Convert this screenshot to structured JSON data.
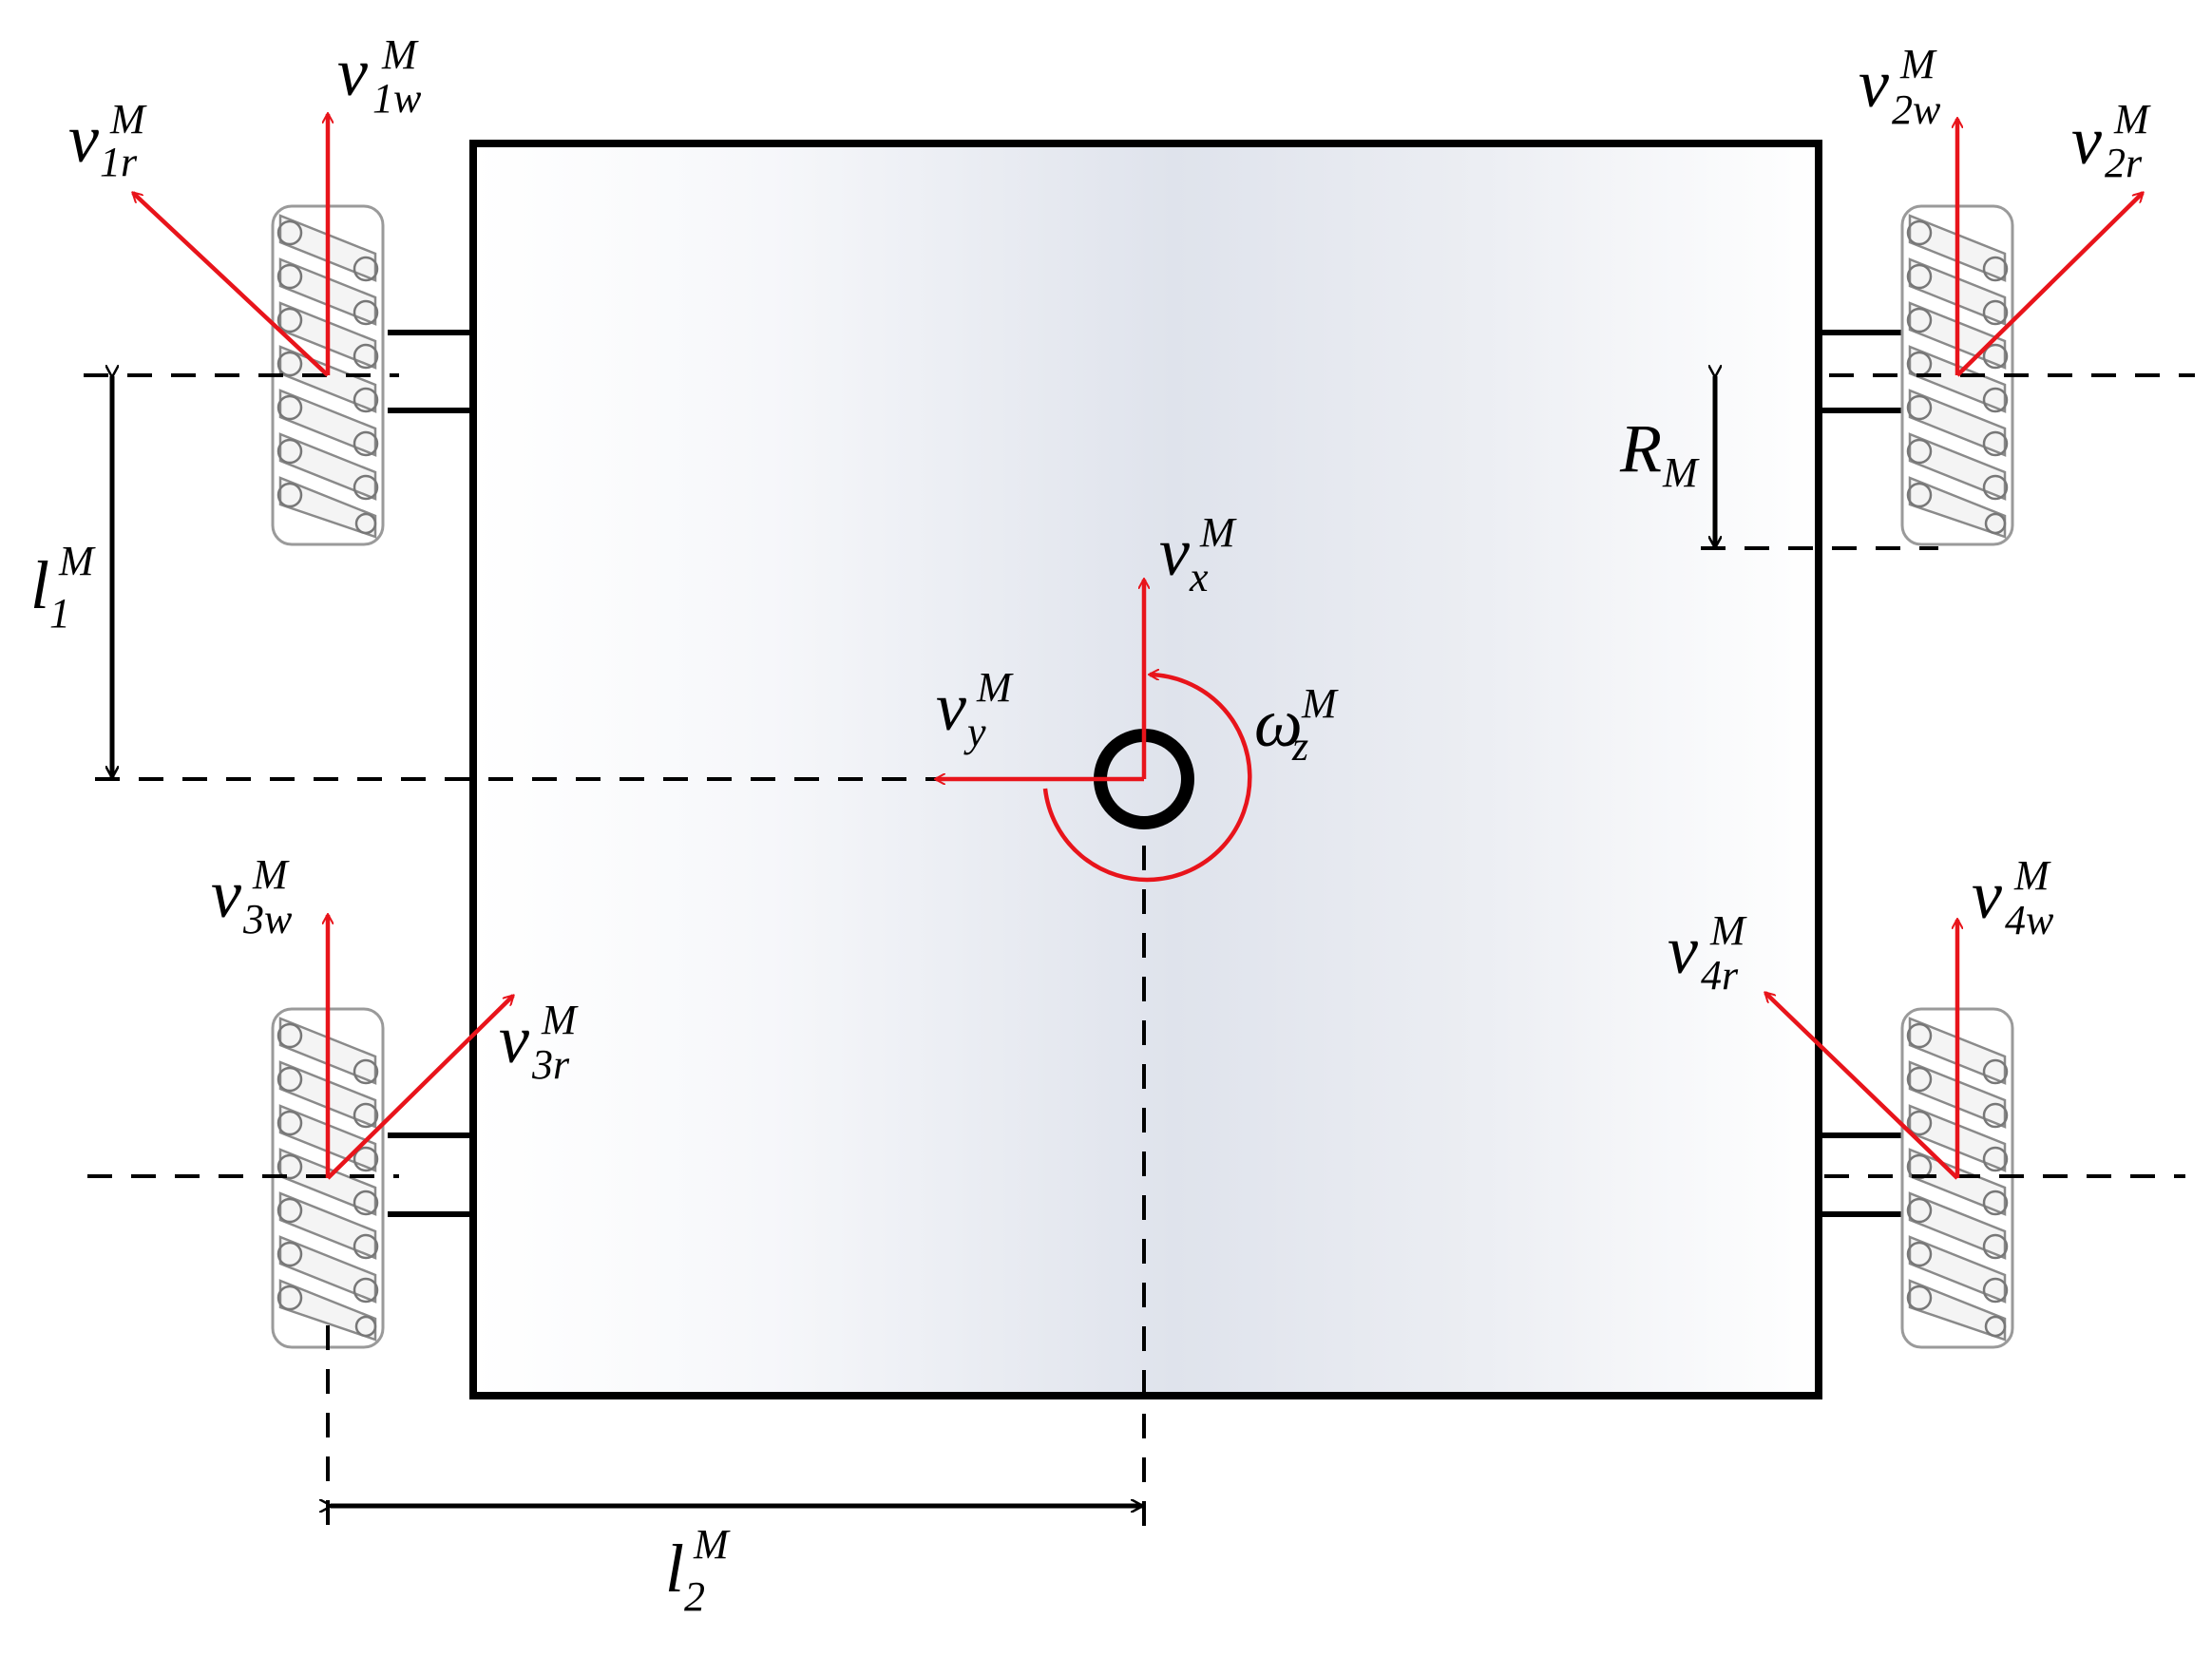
{
  "labels": {
    "v1r": {
      "base": "v",
      "sub": "1r",
      "sup": "M"
    },
    "v1w": {
      "base": "v",
      "sub": "1w",
      "sup": "M"
    },
    "v2w": {
      "base": "v",
      "sub": "2w",
      "sup": "M"
    },
    "v2r": {
      "base": "v",
      "sub": "2r",
      "sup": "M"
    },
    "v3w": {
      "base": "v",
      "sub": "3w",
      "sup": "M"
    },
    "v3r": {
      "base": "v",
      "sub": "3r",
      "sup": "M"
    },
    "v4w": {
      "base": "v",
      "sub": "4w",
      "sup": "M"
    },
    "v4r": {
      "base": "v",
      "sub": "4r",
      "sup": "M"
    },
    "vx": {
      "base": "v",
      "sub": "x",
      "sup": "M"
    },
    "vy": {
      "base": "v",
      "sub": "y",
      "sup": "M"
    },
    "wz": {
      "base": "ω",
      "sub": "z",
      "sup": "M"
    },
    "l1": {
      "base": "l",
      "sub": "1",
      "sup": "M"
    },
    "l2": {
      "base": "l",
      "sub": "2",
      "sup": "M"
    },
    "RM": {
      "base": "R",
      "sub": "M",
      "sup": ""
    }
  },
  "colors": {
    "vector": "#e8141b",
    "line": "#000000",
    "body_light": "#ffffff",
    "body_shade": "#dfe3ec"
  },
  "icons": {
    "wheel": "mecanum-wheel-icon",
    "center": "center-point-icon",
    "rotation": "rotation-arrow-icon"
  }
}
